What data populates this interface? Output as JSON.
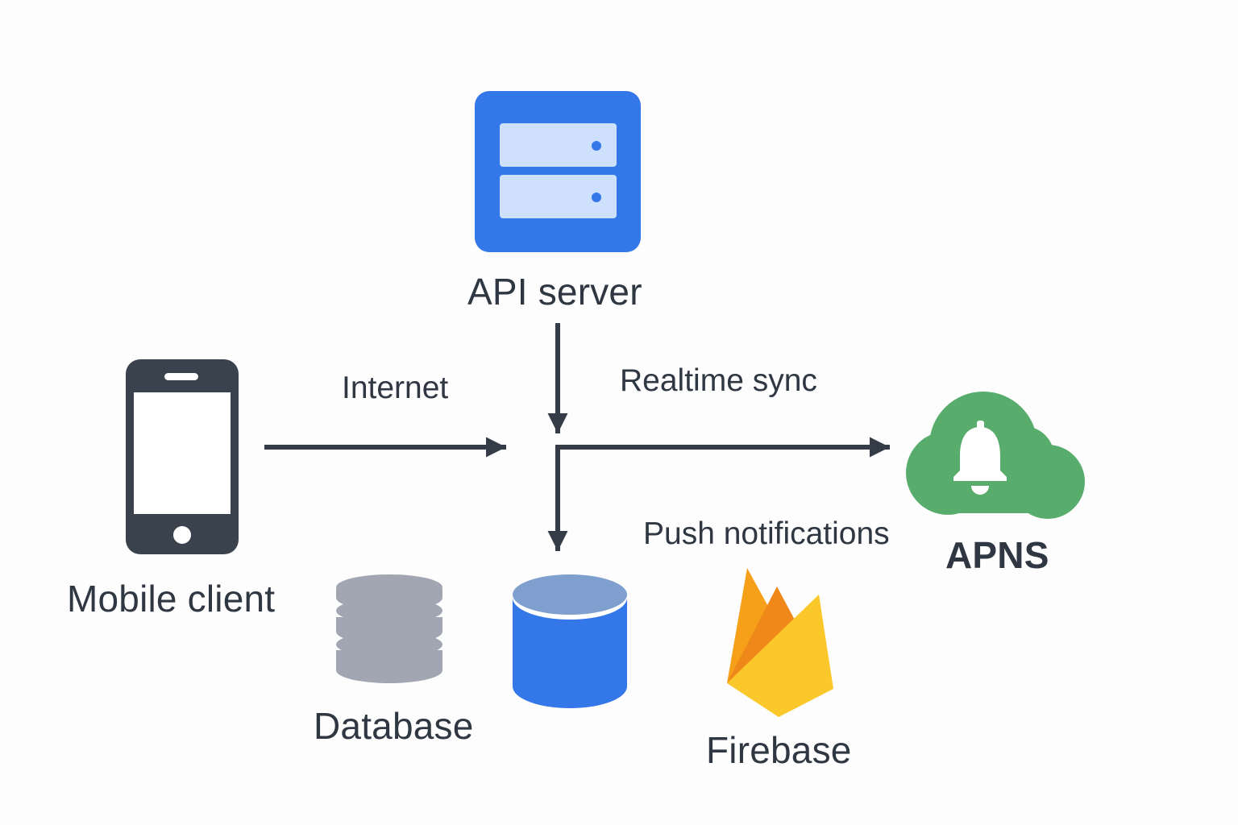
{
  "nodes": {
    "api_server": {
      "label": "API server",
      "icon": "server-icon"
    },
    "mobile_client": {
      "label": "Mobile client",
      "icon": "smartphone-icon"
    },
    "apns": {
      "label": "APNS",
      "icon": "cloud-bell-icon"
    },
    "database": {
      "label": "Database",
      "icon": "database-stack-icon"
    },
    "storage": {
      "icon": "database-cylinder-icon"
    },
    "firebase": {
      "label": "Firebase",
      "icon": "firebase-flame-icon"
    }
  },
  "edges": {
    "internet": {
      "label": "Internet",
      "from": "mobile_client",
      "to": "junction"
    },
    "realtime_sync": {
      "label": "Realtime sync",
      "from": "junction",
      "to": "apns"
    },
    "push_notifications": {
      "label": "Push notifications"
    },
    "api_to_junction": {
      "from": "api_server",
      "to": "junction"
    },
    "junction_to_storage": {
      "from": "junction",
      "to": "storage"
    }
  },
  "colors": {
    "text": "#2f3742",
    "arrow": "#343c47",
    "server_blue": "#3477e9",
    "server_slot": "#cfe0fc",
    "phone": "#3a434d",
    "cloud_green": "#58ad6d",
    "db_gray": "#a1a6b2",
    "cyl_blue": "#3477e9",
    "cyl_top": "#7f9fcf",
    "fire_yellow": "#fbc82c",
    "fire_orange": "#f6a01a",
    "fire_dark": "#ef8719"
  }
}
